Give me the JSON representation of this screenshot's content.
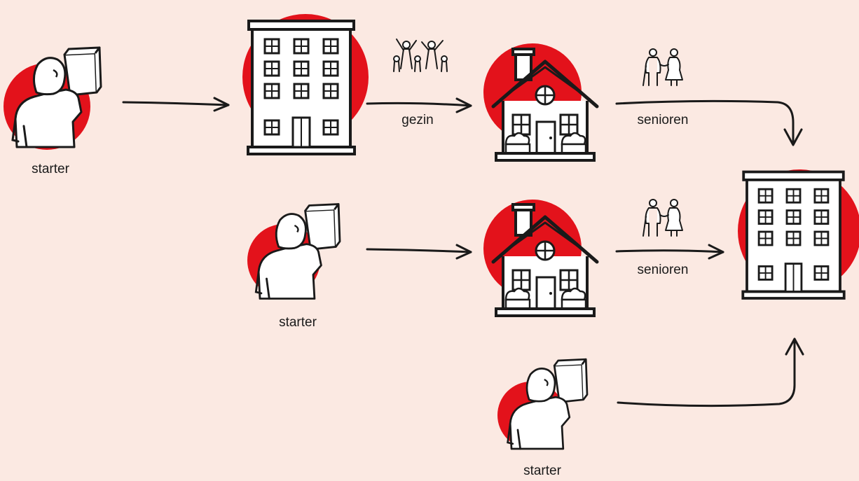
{
  "colors": {
    "background": "#fbe9e2",
    "accent": "#e3121b",
    "ink": "#1a1a1a",
    "fill": "#ffffff"
  },
  "labels": {
    "starter_1": "starter",
    "starter_2": "starter",
    "starter_3": "starter",
    "gezin": "gezin",
    "senioren_1": "senioren",
    "senioren_2": "senioren"
  },
  "icons": {
    "person": "person-carrying-box-icon",
    "apartment": "apartment-building-icon",
    "house": "house-icon",
    "family": "family-icon",
    "seniors": "senior-couple-icon"
  }
}
